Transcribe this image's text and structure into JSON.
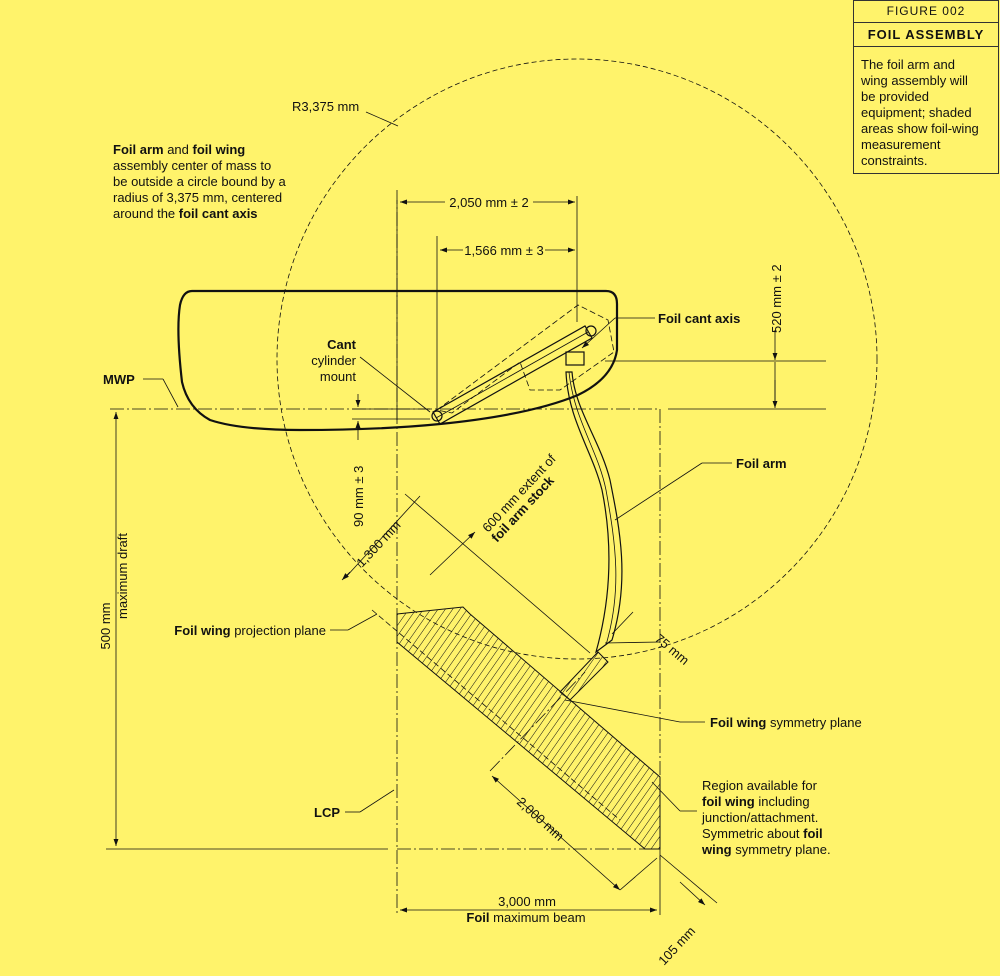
{
  "figure": {
    "number": "FIGURE 002",
    "title": "FOIL ASSEMBLY",
    "description": "The foil arm and wing assembly will be provided equipment; shaded areas show foil-wing measurement constraints."
  },
  "labels": {
    "radius": "R3,375 mm",
    "note_b1": "Foil arm",
    "note_t1": " and ",
    "note_b2": "foil wing",
    "note_l2": "assembly center of mass to",
    "note_l3": "be outside a circle bound by a",
    "note_l4": "radius of 3,375 mm, centered",
    "note_l5a": "around the ",
    "note_b3": "foil cant axis",
    "dim_2050": "2,050 mm ± 2",
    "dim_1566": "1,566 mm ± 3",
    "dim_520": "520 mm ± 2",
    "foil_cant_axis": "Foil cant axis",
    "cant": "Cant",
    "cylinder": "cylinder",
    "mount": "mount",
    "mwp": "MWP",
    "dim_90": "90 mm ± 3",
    "foil_arm": "Foil arm",
    "dim_1300": "1,300 mm",
    "extent_1": "600 mm extent of",
    "extent_2": "foil arm stock",
    "draft_1": "500 mm",
    "draft_2": "maximum draft",
    "proj_b": "Foil wing",
    "proj_t": " projection plane",
    "dim_75": "75 mm",
    "sym_b": "Foil wing",
    "sym_t": " symmetry plane",
    "region_1": "Region available for",
    "region_2b": "foil wing",
    "region_2t": " including",
    "region_3": "junction/attachment.",
    "region_4t": "Symmetric about ",
    "region_4b": "foil",
    "region_5b": "wing",
    "region_5t": " symmetry plane.",
    "lcp": "LCP",
    "dim_2000": "2,000 mm",
    "beam_1": "3,000 mm",
    "beam_2b": "Foil",
    "beam_2t": " maximum beam",
    "dim_105": "105 mm"
  }
}
